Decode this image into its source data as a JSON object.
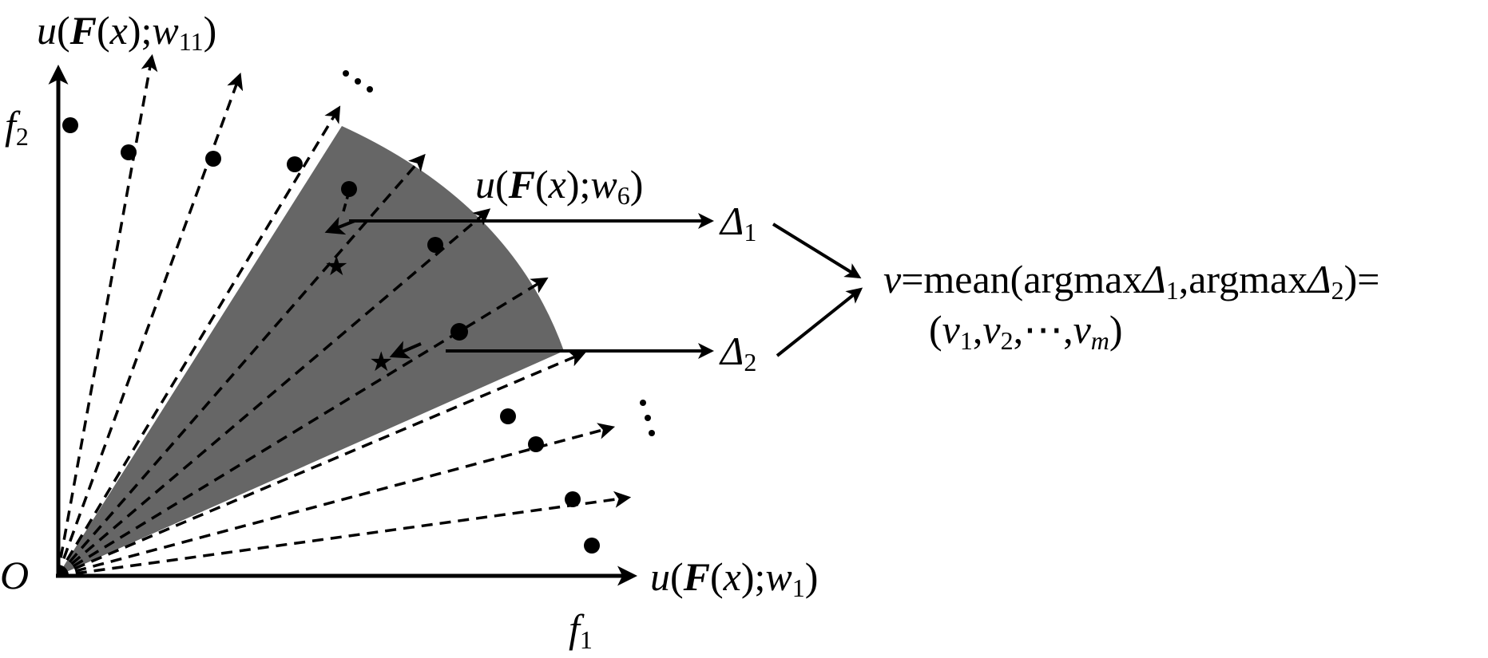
{
  "colors": {
    "sector": "#666666",
    "ink": "#000000",
    "background": "#ffffff"
  },
  "origin": {
    "label": "O"
  },
  "axes": {
    "f1": {
      "label_letter": "f",
      "label_sub": "1"
    },
    "f2": {
      "label_letter": "f",
      "label_sub": "2"
    }
  },
  "weight_vectors": {
    "count": 11,
    "w1": {
      "u": "u",
      "F": "F",
      "x": "x",
      "w": "w",
      "sub": "1"
    },
    "w6": {
      "u": "u",
      "F": "F",
      "x": "x",
      "w": "w",
      "sub": "6"
    },
    "w11": {
      "u": "u",
      "F": "F",
      "x": "x",
      "w": "w",
      "sub": "11"
    }
  },
  "ellipsis": "⋯",
  "deltas": [
    {
      "letter": "Δ",
      "sub": "1"
    },
    {
      "letter": "Δ",
      "sub": "2"
    }
  ],
  "formula": {
    "v": "v",
    "line1_mid": "=mean(argmax",
    "delta1": "Δ",
    "sub1": "1",
    "comma_argmax": ",argmax",
    "delta2": "Δ",
    "sub2": "2",
    "close_eq": ")=",
    "open": "(",
    "v1": "v",
    "v1_sub": "1",
    "comma": ",",
    "v2": "v",
    "v2_sub": "2",
    "dots": ",⋯,",
    "vm": "v",
    "vm_sub": "m",
    "close": ")"
  }
}
